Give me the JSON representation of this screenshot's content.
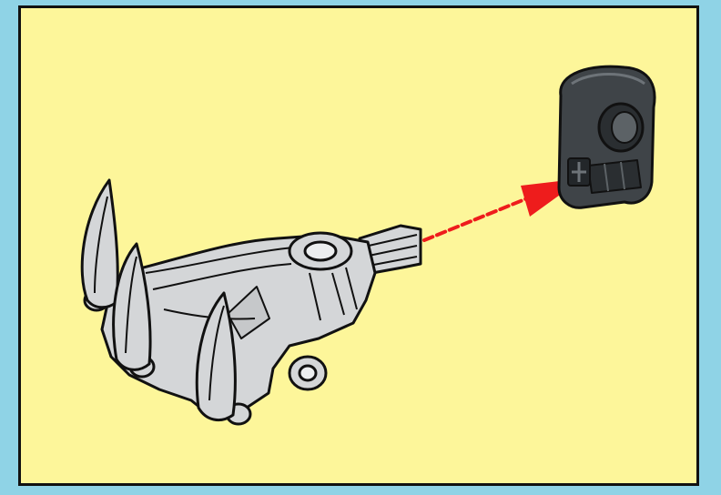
{
  "instruction_step": {
    "parts": [
      {
        "name": "claw-assembly",
        "color": "#d4d6d8",
        "role": "part being attached"
      },
      {
        "name": "cross-axle-connector",
        "color": "#3f4448",
        "role": "target connector"
      }
    ],
    "arrow": {
      "color": "#ee1c1c",
      "style": "dashed-with-head"
    },
    "colors": {
      "background": "#8fd3e6",
      "panel": "#fdf69a",
      "outline": "#111111"
    }
  }
}
